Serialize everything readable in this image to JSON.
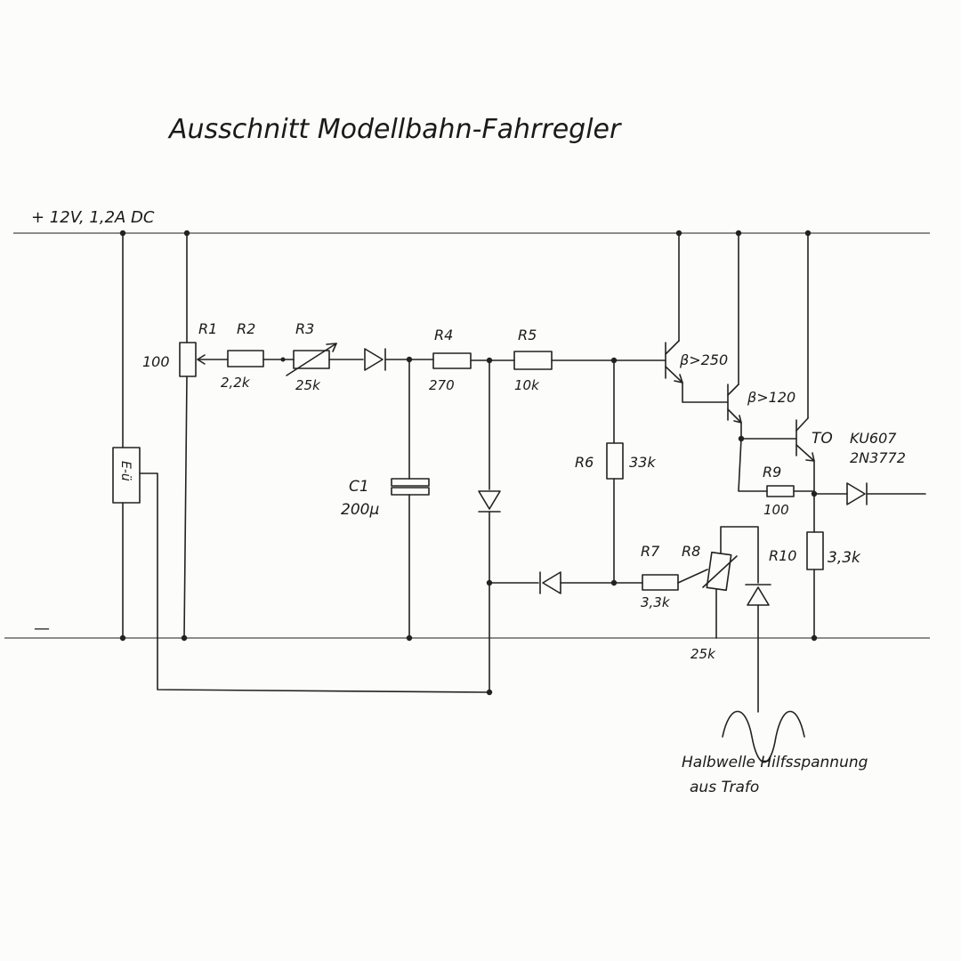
{
  "title": "Ausschnitt Modellbahn-Fahrregler",
  "supply_label": "+ 12V, 1,2A DC",
  "ground_label": "—",
  "components": {
    "r1": {
      "name": "R1",
      "value": "100"
    },
    "r2": {
      "name": "R2",
      "value": "2,2k"
    },
    "r3": {
      "name": "R3",
      "value": "25k"
    },
    "r4": {
      "name": "R4",
      "value": "270"
    },
    "r5": {
      "name": "R5",
      "value": "10k"
    },
    "r6": {
      "name": "R6",
      "value": "33k"
    },
    "r7": {
      "name": "R7",
      "value": "3,3k"
    },
    "r8": {
      "name": "R8",
      "value": "25k"
    },
    "r9": {
      "name": "R9",
      "value": "100"
    },
    "r10": {
      "name": "R10",
      "value": "3,3k"
    },
    "c1": {
      "name": "C1",
      "value": "200µ"
    },
    "relay": {
      "label": "E-ü"
    },
    "t1": {
      "gain": "β>250"
    },
    "t2": {
      "gain": "β>120"
    },
    "t3": {
      "package": "TO",
      "type1": "KU607",
      "type2": "2N3772"
    }
  },
  "aux_note": {
    "line1": "Halbwelle Hilfsspannung",
    "line2": "aus Trafo"
  }
}
